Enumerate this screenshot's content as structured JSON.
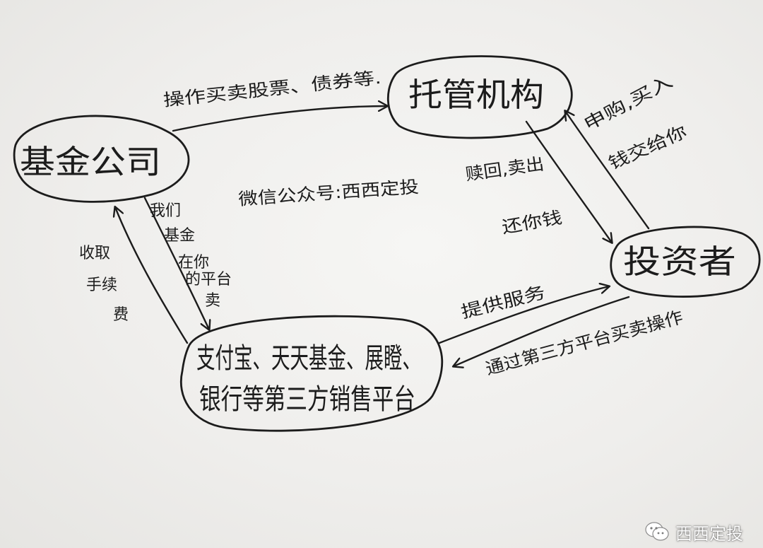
{
  "nodes": {
    "fund_company": "基金公司",
    "custodian": "托管机构",
    "investor": "投资者",
    "sales_platform_line1": "支付宝、天天基金、展瞪、",
    "sales_platform_line2": "银行等第三方销售平台"
  },
  "edges": {
    "fund_to_custodian": "操作买卖股票、债券等.",
    "platform_to_fund": [
      "收取",
      "手续",
      "费"
    ],
    "fund_to_platform": [
      "我们",
      "基金",
      "在你",
      "的平台",
      "卖"
    ],
    "custodian_to_investor_1": "赎回,卖出",
    "custodian_to_investor_2": "还你钱",
    "investor_to_custodian_1": "申购,买入",
    "investor_to_custodian_2": "钱交给你",
    "platform_to_investor": "提供服务",
    "investor_to_platform": "通过第三方平台买卖操作"
  },
  "center_note": "微信公众号:西西定投",
  "watermark": {
    "icon": "wechat-icon",
    "text": "西西定投"
  },
  "colors": {
    "ink": "#1c1c1c",
    "paper": "#f3f3f1"
  }
}
